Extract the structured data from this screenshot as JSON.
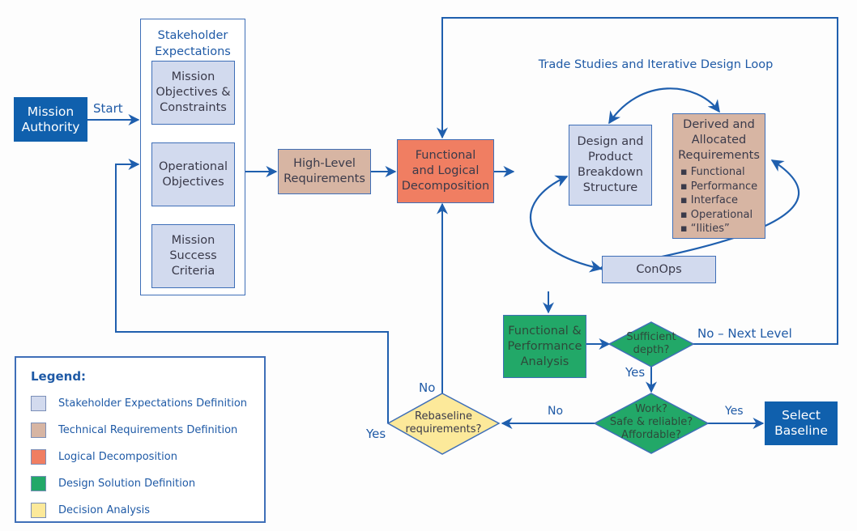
{
  "colors": {
    "line": "#1f5fae",
    "stakeholder": "#d2daee",
    "technical": "#d7b5a3",
    "logical": "#f07e62",
    "design": "#22a868",
    "decision": "#fce99a",
    "terminal": "#1060ad"
  },
  "nodes": {
    "mission_authority": "Mission\nAuthority",
    "stakeholder_group_title": "Stakeholder\nExpectations",
    "mission_objectives": "Mission\nObjectives &\nConstraints",
    "operational_objectives": "Operational\nObjectives",
    "mission_success": "Mission\nSuccess\nCriteria",
    "high_level_requirements": "High-Level\nRequirements",
    "functional_decomposition": "Functional\nand Logical\nDecomposition",
    "trade_studies_title": "Trade Studies and Iterative Design Loop",
    "design_breakdown": "Design and\nProduct\nBreakdown\nStructure",
    "derived_requirements_title": "Derived and\nAllocated\nRequirements",
    "derived_requirements_items": [
      "Functional",
      "Performance",
      "Interface",
      "Operational",
      "“Ilities”"
    ],
    "conops": "ConOps",
    "functional_performance_analysis": "Functional &\nPerformance\nAnalysis",
    "sufficient_depth": "Sufficient\ndepth?",
    "work_safe_affordable": "Work?\nSafe & reliable?\nAffordable?",
    "rebaseline": "Rebaseline\nrequirements?",
    "select_baseline": "Select\nBaseline"
  },
  "edge_labels": {
    "start": "Start",
    "no_next_level": "No – Next Level",
    "yes_depth": "Yes",
    "no_work": "No",
    "yes_work": "Yes",
    "no_rebaseline": "No",
    "yes_rebaseline": "Yes"
  },
  "legend": {
    "title": "Legend:",
    "items": [
      {
        "label": "Stakeholder Expectations Definition",
        "color": "#d2daee"
      },
      {
        "label": "Technical Requirements Definition",
        "color": "#d7b5a3"
      },
      {
        "label": "Logical Decomposition",
        "color": "#f07e62"
      },
      {
        "label": "Design Solution Definition",
        "color": "#22a868"
      },
      {
        "label": "Decision Analysis",
        "color": "#fce99a"
      }
    ]
  }
}
